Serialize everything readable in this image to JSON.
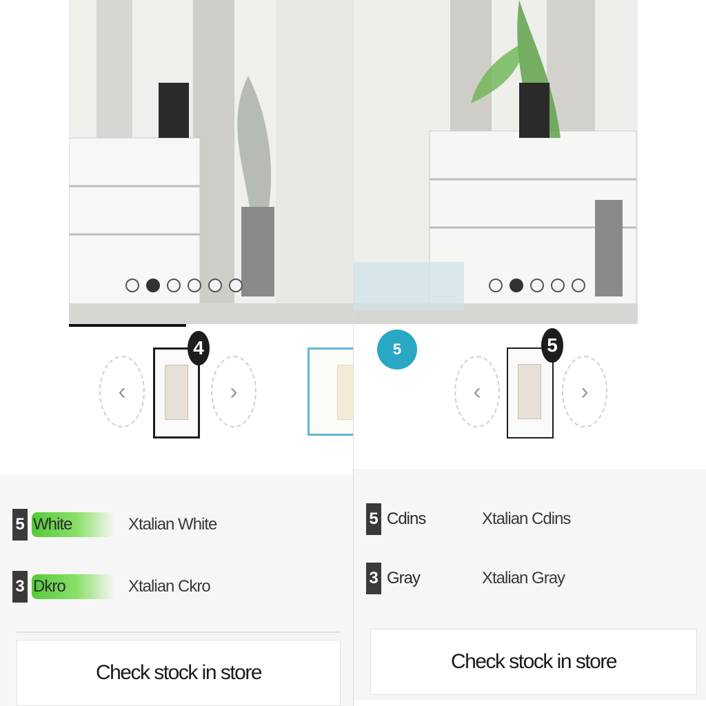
{
  "left": {
    "badge": "4",
    "options": [
      {
        "num": "5",
        "name": "White",
        "value": "Xtalian White",
        "highlight": true
      },
      {
        "num": "3",
        "name": "Dkro",
        "value": "Xtalian Ckro",
        "highlight": true
      }
    ],
    "cta_label": "Check stock in store",
    "nav_prev": "‹",
    "nav_next": "›"
  },
  "right": {
    "badge": "5",
    "options": [
      {
        "num": "5",
        "name": "Cdins",
        "value": "Xtalian Cdins",
        "highlight": false
      },
      {
        "num": "3",
        "name": "Gray",
        "value": "Xtalian Gray",
        "highlight": false
      }
    ],
    "cta_label": "Check stock in store",
    "nav_prev": "‹",
    "nav_next": "›"
  },
  "center": {
    "badge": "5"
  },
  "colors": {
    "accent": "#2aa7c4",
    "highlight": "#55c93a",
    "dark": "#1d1d1d"
  },
  "icons": {
    "prev": "chevron-left-icon",
    "next": "chevron-right-icon"
  }
}
